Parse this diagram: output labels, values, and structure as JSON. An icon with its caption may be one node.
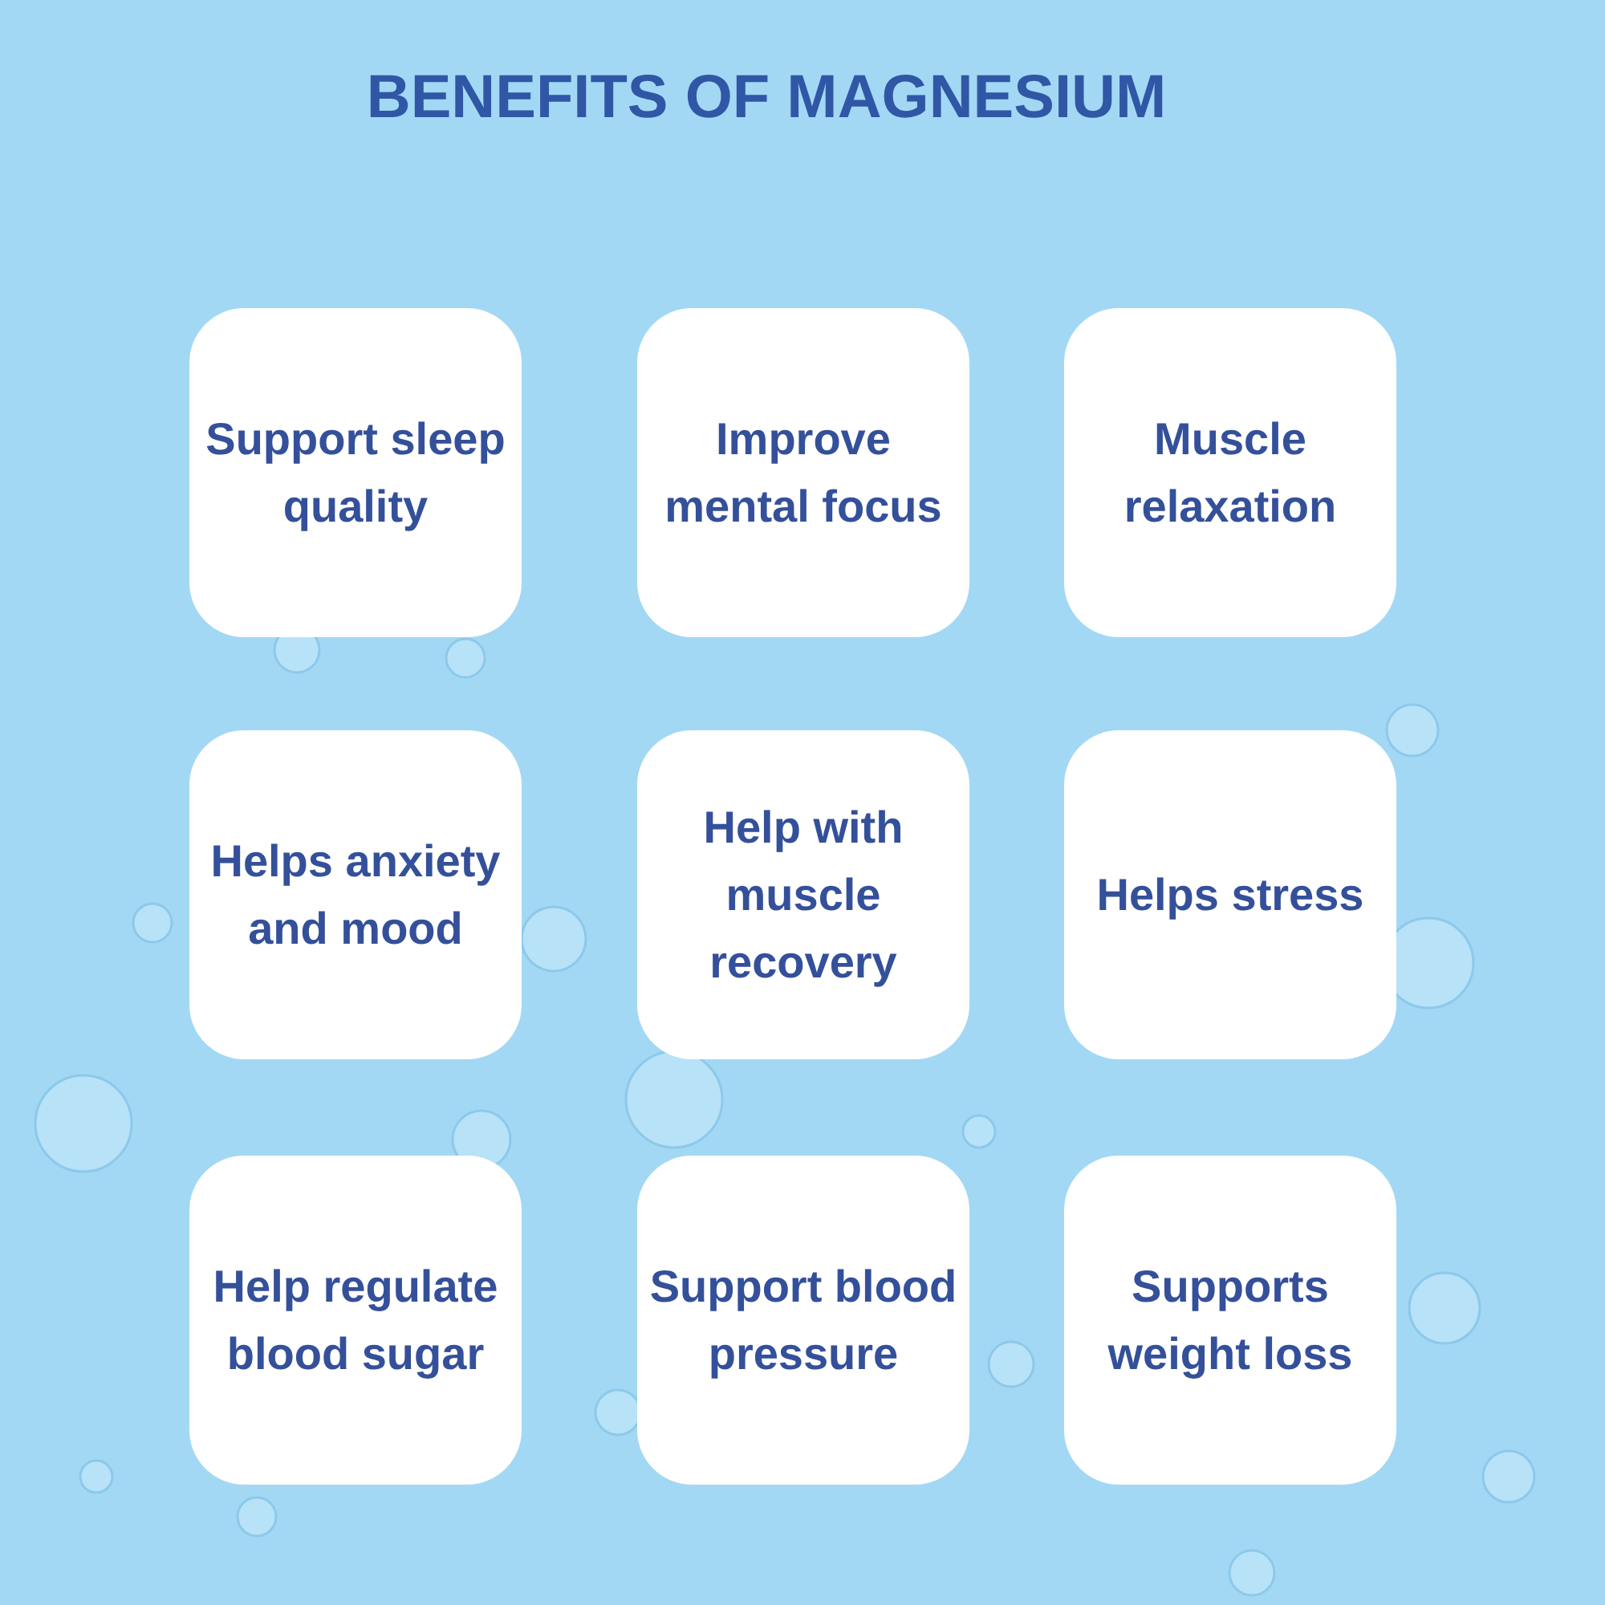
{
  "diagram": {
    "title": "BENEFITS OF MAGNESIUM",
    "nodes": [
      {
        "text": [
          "Support sleep quality"
        ]
      },
      {
        "text": [
          "Improve mental focus"
        ]
      },
      {
        "text": [
          "Muscle relaxation"
        ]
      },
      {
        "text": [
          "Helps anxiety and mood"
        ]
      },
      {
        "text": [
          "Help with muscle recovery"
        ]
      },
      {
        "text": [
          "Helps stress"
        ]
      },
      {
        "text": [
          "Help regulate blood sugar"
        ]
      },
      {
        "text": [
          "Support blood pressure"
        ]
      },
      {
        "text": [
          "Supports weight loss"
        ]
      }
    ]
  }
}
